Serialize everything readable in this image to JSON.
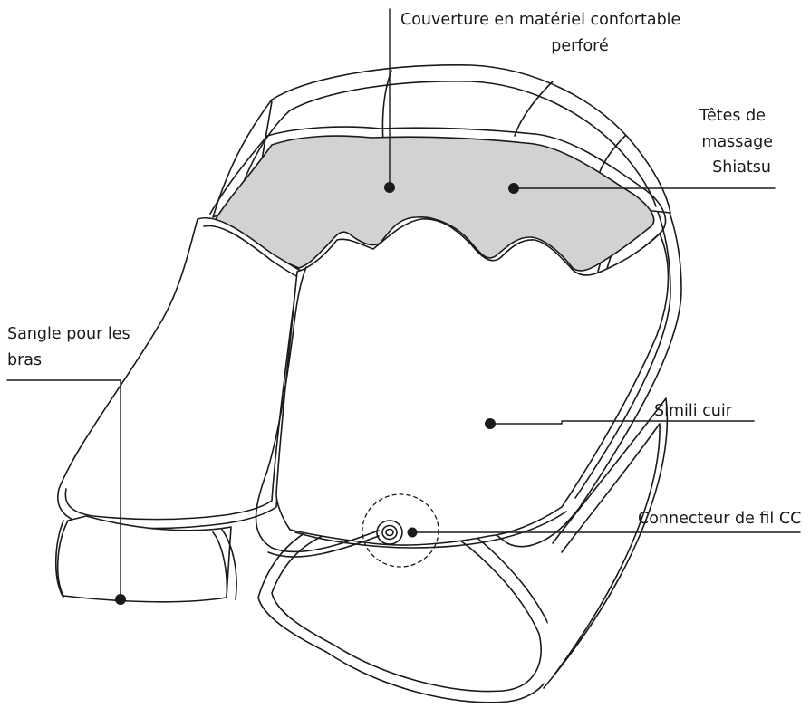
{
  "labels": {
    "cover_line1": "Couverture en matériel confortable",
    "cover_line2": "perforé",
    "heads_line1": "Têtes de",
    "heads_line2": "massage",
    "heads_line3": "Shiatsu",
    "strap_line1": "Sangle pour les",
    "strap_line2": "bras",
    "leather": "Simili cuir",
    "connector": "Connecteur de fil CC"
  },
  "colors": {
    "outline": "#1a1a1a",
    "massage_area": "#d2d2d2",
    "background": "#ffffff"
  }
}
